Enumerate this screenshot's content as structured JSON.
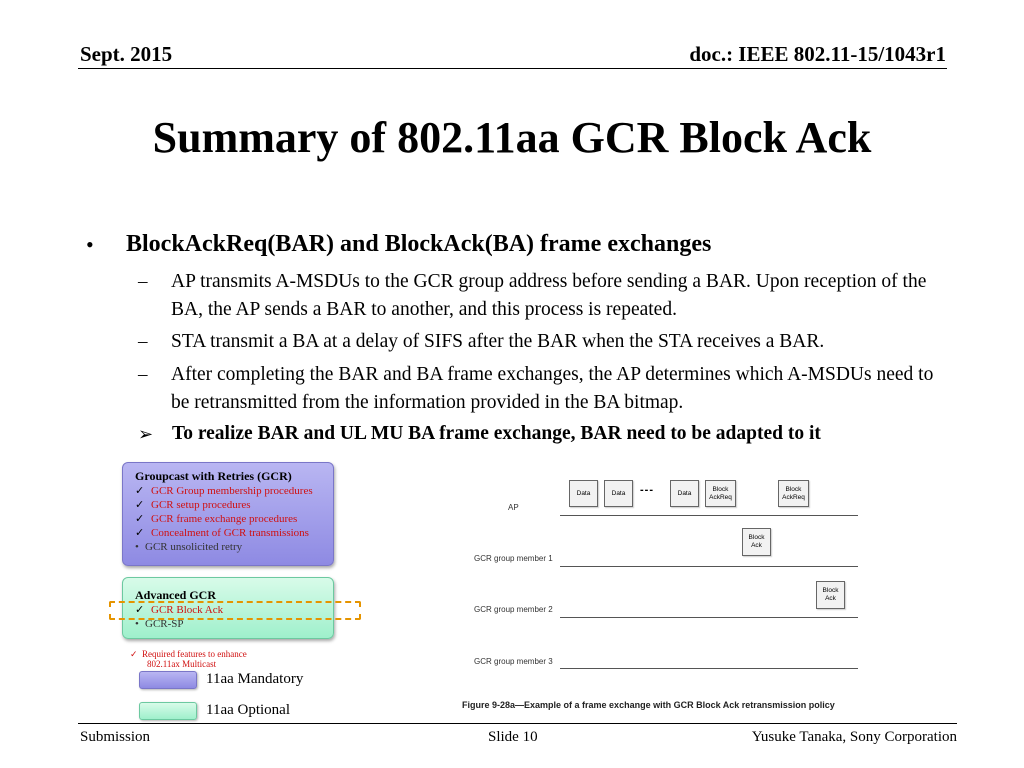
{
  "header": {
    "date": "Sept. 2015",
    "doc": "doc.: IEEE 802.11-15/1043r1"
  },
  "title": "Summary of 802.11aa GCR Block Ack",
  "body": {
    "bullet": "•",
    "heading": "BlockAckReq(BAR) and BlockAck(BA) frame exchanges",
    "dash": "–",
    "sub1": "AP transmits A-MSDUs to the GCR group address before sending a BAR. Upon reception of the BA, the AP sends a BAR to another, and this process is repeated.",
    "sub2": "STA transmit a BA at a delay of SIFS after the BAR when the STA receives a BAR.",
    "sub3": "After completing the BAR and BA frame exchanges, the AP determines which A-MSDUs need to be retransmitted from the information provided in the BA bitmap.",
    "arrow": "➢",
    "conclusion": "To realize BAR and UL MU BA frame exchange, BAR need to be adapted to it"
  },
  "gcr_box": {
    "title": "Groupcast with Retries (GCR)",
    "items": [
      "GCR Group membership procedures",
      "GCR setup procedures",
      "GCR frame exchange procedures",
      "Concealment of GCR transmissions"
    ],
    "extra": "GCR unsolicited retry"
  },
  "adv_box": {
    "title": "Advanced GCR",
    "item": "GCR Block Ack",
    "extra": "GCR-SP"
  },
  "note": {
    "line1": "Required features to enhance",
    "line2": "802.11ax Multicast"
  },
  "legend": {
    "mandatory": "11aa Mandatory",
    "optional": "11aa Optional"
  },
  "figure": {
    "rows": [
      "AP",
      "GCR group member 1",
      "GCR group member 2",
      "GCR group member 3"
    ],
    "data_label": "Data",
    "dashes": "---",
    "bar_label1": "Block",
    "bar_label2": "AckReq",
    "ba_label1": "Block",
    "ba_label2": "Ack",
    "caption": "Figure 9-28a—Example of a frame exchange with GCR Block Ack retransmission policy"
  },
  "footer": {
    "left": "Submission",
    "center": "Slide 10",
    "right": "Yusuke Tanaka, Sony Corporation"
  },
  "colors": {
    "mandatory": "#9f9bea",
    "optional": "#b6f5d8",
    "highlight": "#e59400",
    "red_text": "#d01010"
  }
}
